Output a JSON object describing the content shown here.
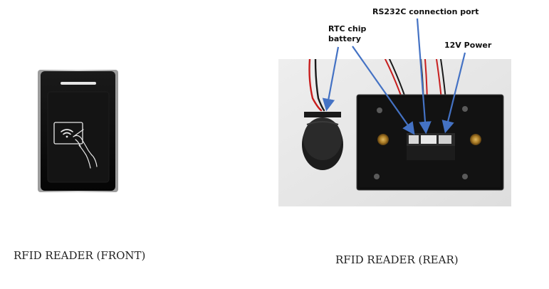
{
  "captions": {
    "front": "RFID READER (FRONT)",
    "rear": "RFID READER (REAR)"
  },
  "callouts": {
    "rs232": "RS232C connection port",
    "rtc": "RTC chip battery",
    "power": "12V Power"
  },
  "colors": {
    "arrow": "#4472c4",
    "reader_body": "#0b0b0b",
    "reader_frame": "#b9b9b9",
    "backplate": "#0e0e0e",
    "background_photo": "#e9e9e9"
  }
}
